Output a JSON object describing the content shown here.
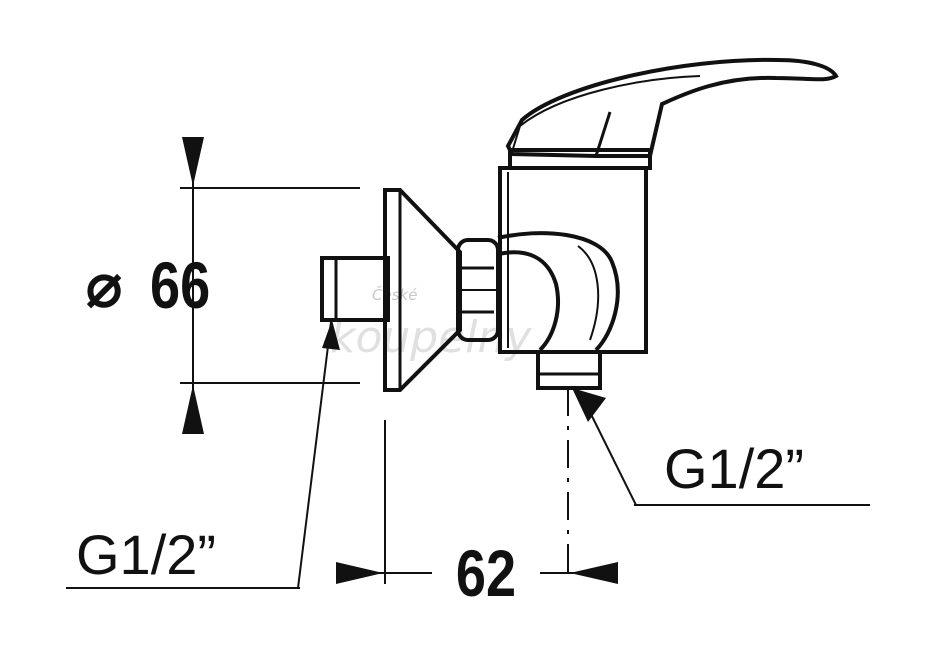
{
  "dimensions": {
    "diameter_symbol": "⌀",
    "diameter_value": "66",
    "length_value": "62"
  },
  "threads": {
    "inlet_label": "G1/2”",
    "outlet_label": "G1/2”"
  },
  "watermark": {
    "line1": "České",
    "line2": "koupelny"
  },
  "colors": {
    "ink": "#111111",
    "watermark": "#c8c8c8",
    "background": "#ffffff"
  }
}
